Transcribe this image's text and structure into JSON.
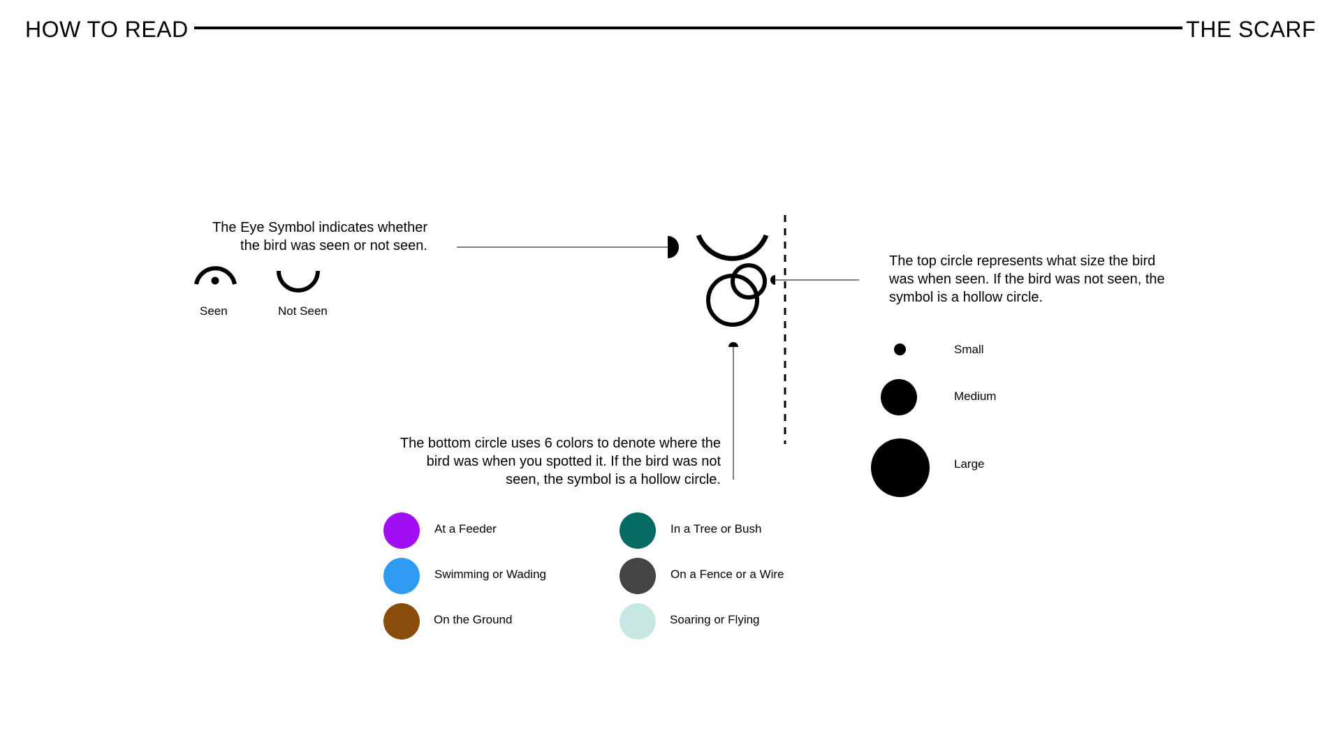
{
  "header": {
    "left_title": "HOW TO READ",
    "right_title": "THE SCARF"
  },
  "eye_section": {
    "description": [
      "The Eye Symbol indicates whether",
      "the bird was seen or not seen."
    ],
    "seen_label": "Seen",
    "not_seen_label": "Not Seen"
  },
  "top_circle_section": {
    "description": [
      "The top circle represents what size the bird",
      "was when seen. If the bird was not seen, the",
      "symbol is a hollow circle."
    ],
    "sizes": [
      {
        "label": "Small"
      },
      {
        "label": "Medium"
      },
      {
        "label": "Large"
      }
    ]
  },
  "bottom_circle_section": {
    "description": [
      "The bottom circle uses 6 colors to denote where the",
      "bird was when you spotted it. If the bird was not",
      "seen, the symbol is a hollow circle."
    ],
    "locations": [
      {
        "label": "At a Feeder",
        "color": "#A10DF5"
      },
      {
        "label": "Swimming or Wading",
        "color": "#2F9BF3"
      },
      {
        "label": "On the Ground",
        "color": "#8A4C0B"
      },
      {
        "label": "In a Tree or Bush",
        "color": "#036B62"
      },
      {
        "label": "On a Fence or a Wire",
        "color": "#444444"
      },
      {
        "label": "Soaring or Flying",
        "color": "#C7E8E2"
      }
    ]
  }
}
